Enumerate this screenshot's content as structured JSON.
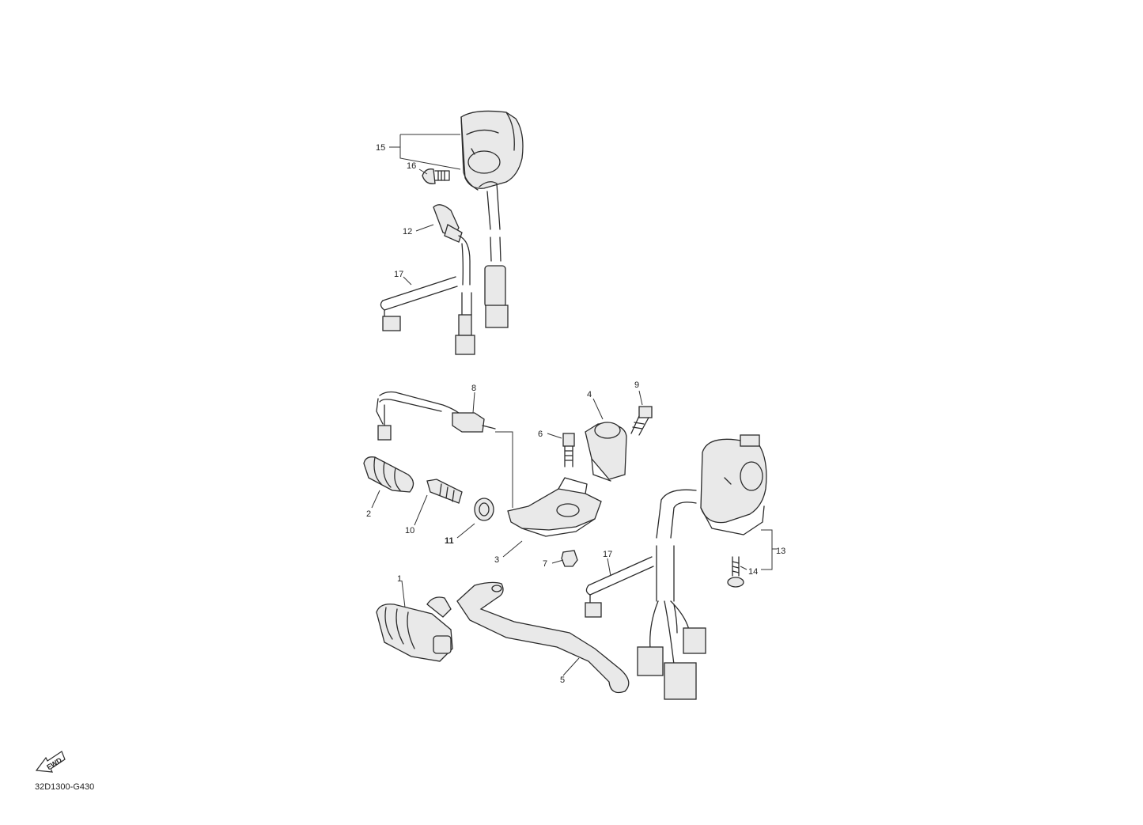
{
  "callouts": {
    "c1": "1",
    "c2": "2",
    "c3": "3",
    "c4": "4",
    "c5": "5",
    "c6": "6",
    "c7": "7",
    "c8": "8",
    "c9": "9",
    "c10": "10",
    "c11": "11",
    "c12": "12",
    "c13": "13",
    "c14": "14",
    "c15": "15",
    "c16": "16",
    "c17a": "17",
    "c17b": "17"
  },
  "direction_arrow": {
    "text": "FWD",
    "icon": "fwd-arrow-icon"
  },
  "drawing_code": "32D1300-G430"
}
